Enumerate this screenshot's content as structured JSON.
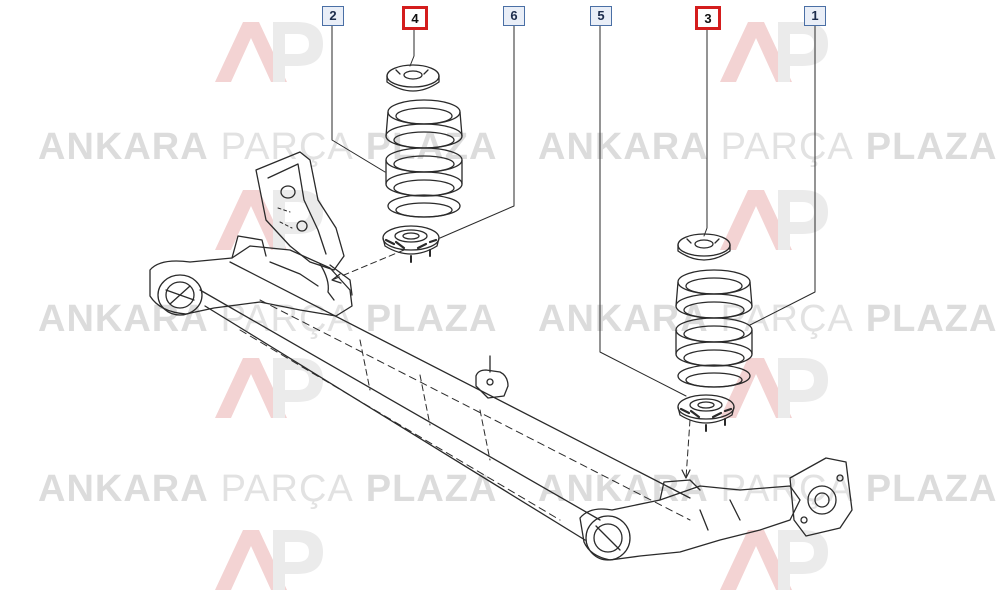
{
  "callouts": [
    {
      "id": "2",
      "highlight": false
    },
    {
      "id": "4",
      "highlight": true
    },
    {
      "id": "6",
      "highlight": false
    },
    {
      "id": "5",
      "highlight": false
    },
    {
      "id": "3",
      "highlight": true
    },
    {
      "id": "1",
      "highlight": false
    }
  ],
  "watermark": {
    "word1": "ANKARA",
    "word2": "PARÇA",
    "word3": "PLAZA",
    "logo": "AP"
  },
  "colors": {
    "line": "#2a2a2a",
    "callout_border": "#4a6fa5",
    "callout_fill": "#e9eef7",
    "highlight_border": "#d41d1d",
    "watermark_text": "#dcdcdc",
    "watermark_logo": "#f3d3d3"
  }
}
